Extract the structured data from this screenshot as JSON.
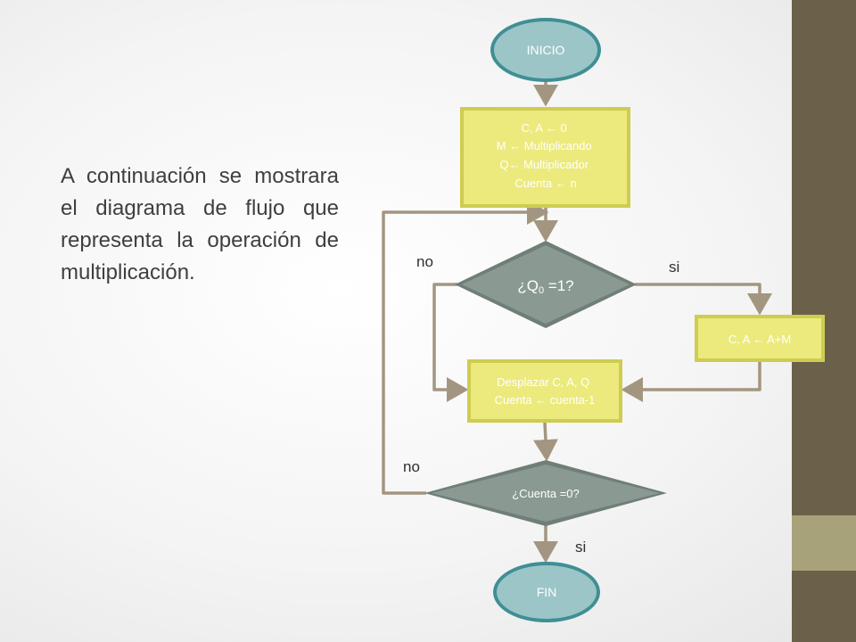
{
  "slide": {
    "intro_text": "A continuación se mostrara el diagrama de flujo que representa la operación de multiplicación."
  },
  "flowchart": {
    "start": "INICIO",
    "init_lines": [
      "C, A ← 0",
      "M ← Multiplicando",
      "Q← Multiplicador",
      "Cuenta ← n"
    ],
    "decision_q0": {
      "prefix": "¿Q",
      "sub": "0",
      "suffix": " =1?"
    },
    "add_box": "C, A ← A+M",
    "shift_lines": [
      "Desplazar C, A, Q",
      "Cuenta ← cuenta-1"
    ],
    "decision_count": "¿Cuenta =0?",
    "end": "FIN",
    "edge_labels": {
      "q0_no": "no",
      "q0_si": "si",
      "count_no": "no",
      "count_si": "si"
    }
  },
  "colors": {
    "sidebar": "#6b604a",
    "sidebar_band": "#a7a27a",
    "terminal_fill": "#9cc5c7",
    "terminal_border": "#3f8f94",
    "process_fill": "#ecea7c",
    "process_border": "#cfcc52",
    "decision_fill": "#7f8f87",
    "connector": "#a39680"
  }
}
